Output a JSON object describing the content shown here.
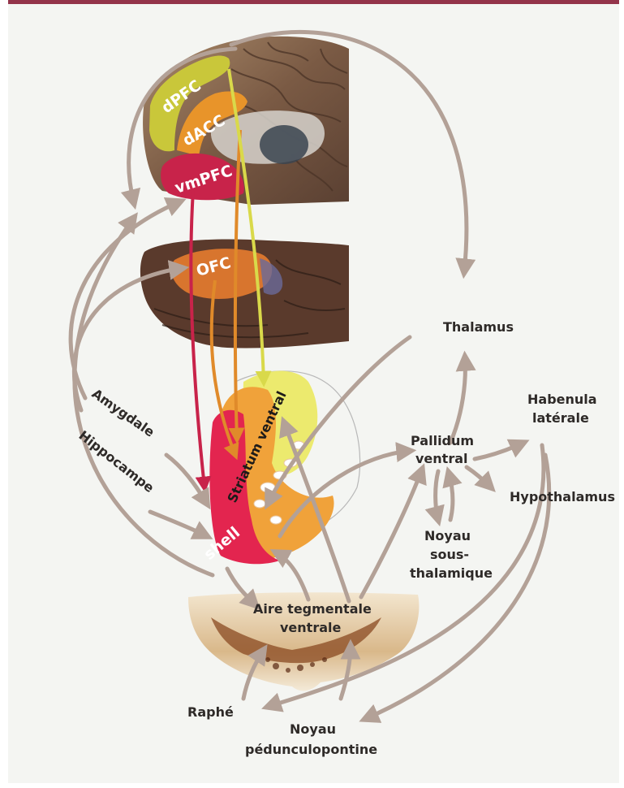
{
  "regions": {
    "dpfc": "dPFC",
    "dacc": "dACC",
    "vmpfc": "vmPFC",
    "ofc": "OFC",
    "striatum": "Striatum ventral",
    "shell": "shell"
  },
  "structures": {
    "thalamus": "Thalamus",
    "habenula_line1": "Habenula",
    "habenula_line2": "latérale",
    "pallidum_line1": "Pallidum",
    "pallidum_line2": "ventral",
    "hypothalamus": "Hypothalamus",
    "subthalamic_line1": "Noyau",
    "subthalamic_line2": "sous-",
    "subthalamic_line3": "thalamique",
    "amygdala": "Amygdale",
    "hippocampus": "Hippocampe",
    "vta_line1": "Aire tegmentale",
    "vta_line2": "ventrale",
    "raphe": "Raphé",
    "ppn_line1": "Noyau",
    "ppn_line2": "pédunculopontine"
  },
  "colors": {
    "frame_top": "#93344a",
    "arrow": "#b3a197",
    "arrow_edge": "#8d7a70",
    "dpfc": "#c9c73a",
    "dacc": "#e8942a",
    "vmpfc": "#c8234a",
    "ofc": "#d8752e",
    "striatum_core": "#f0a23a",
    "shell": "#e3254f",
    "dorsal_yellow": "#ecea6e"
  }
}
